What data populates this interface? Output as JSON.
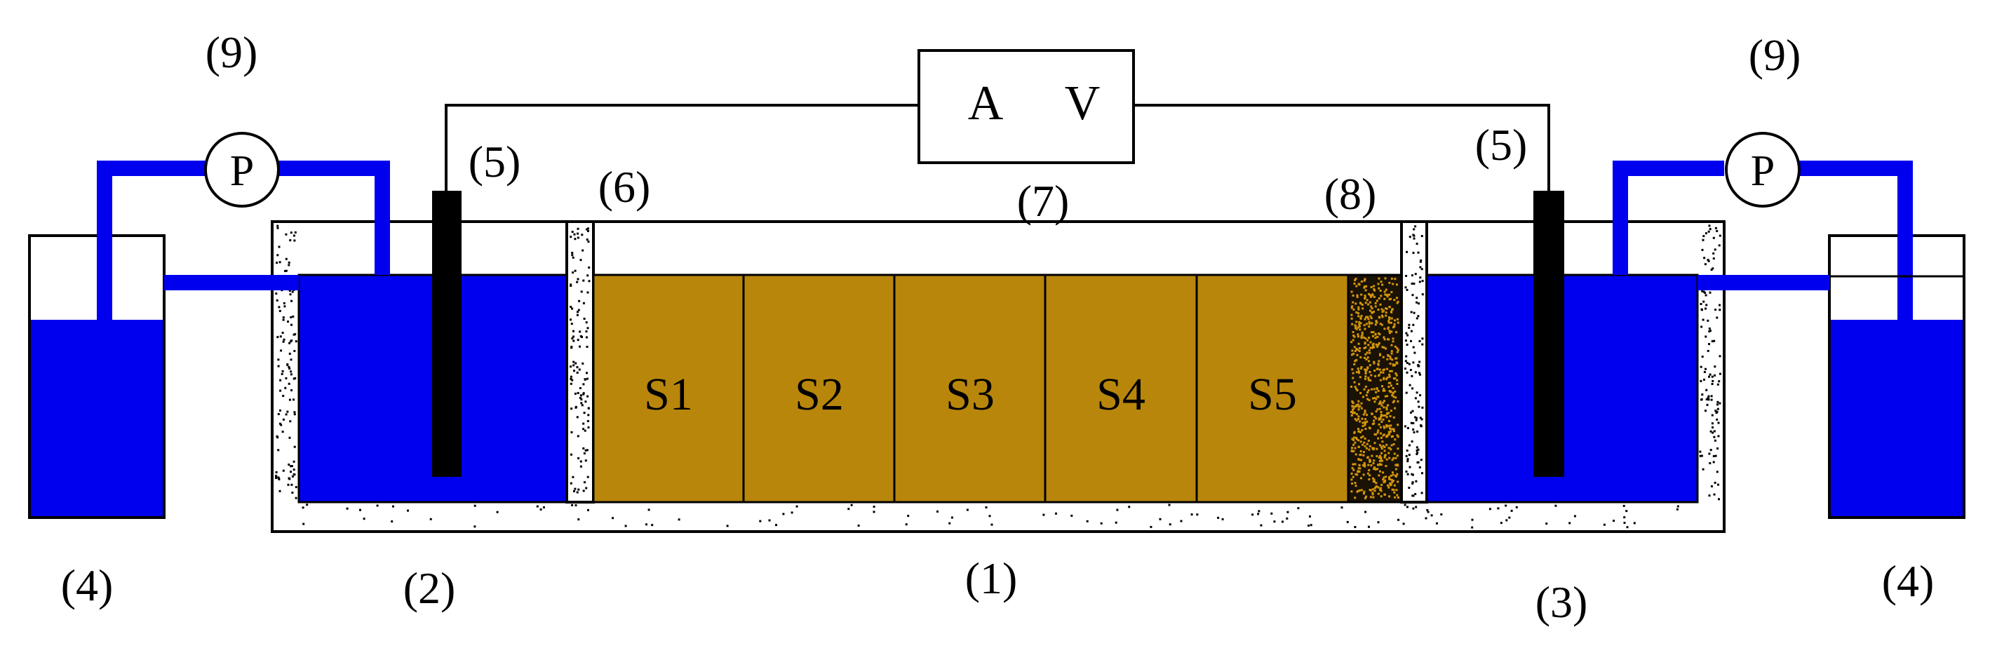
{
  "labels": {
    "l1": "(1)",
    "l2": "(2)",
    "l3": "(3)",
    "l4_left": "(4)",
    "l4_right": "(4)",
    "l5_left": "(5)",
    "l5_right": "(5)",
    "l6": "(6)",
    "l7": "(7)",
    "l8": "(8)",
    "l9_left": "(9)",
    "l9_right": "(9)"
  },
  "meter": {
    "ammeter": "A",
    "voltmeter": "V"
  },
  "pump": {
    "left": "P",
    "right": "P"
  },
  "segments": [
    "S1",
    "S2",
    "S3",
    "S4",
    "S5"
  ],
  "colors": {
    "water": "#0000ee",
    "soil": "#b8860b",
    "electrode": "#000000",
    "wall_fill": "#ffffff",
    "outline": "#000000",
    "filter_bg": "#1a1205",
    "filter_speck": "#d4960a"
  }
}
